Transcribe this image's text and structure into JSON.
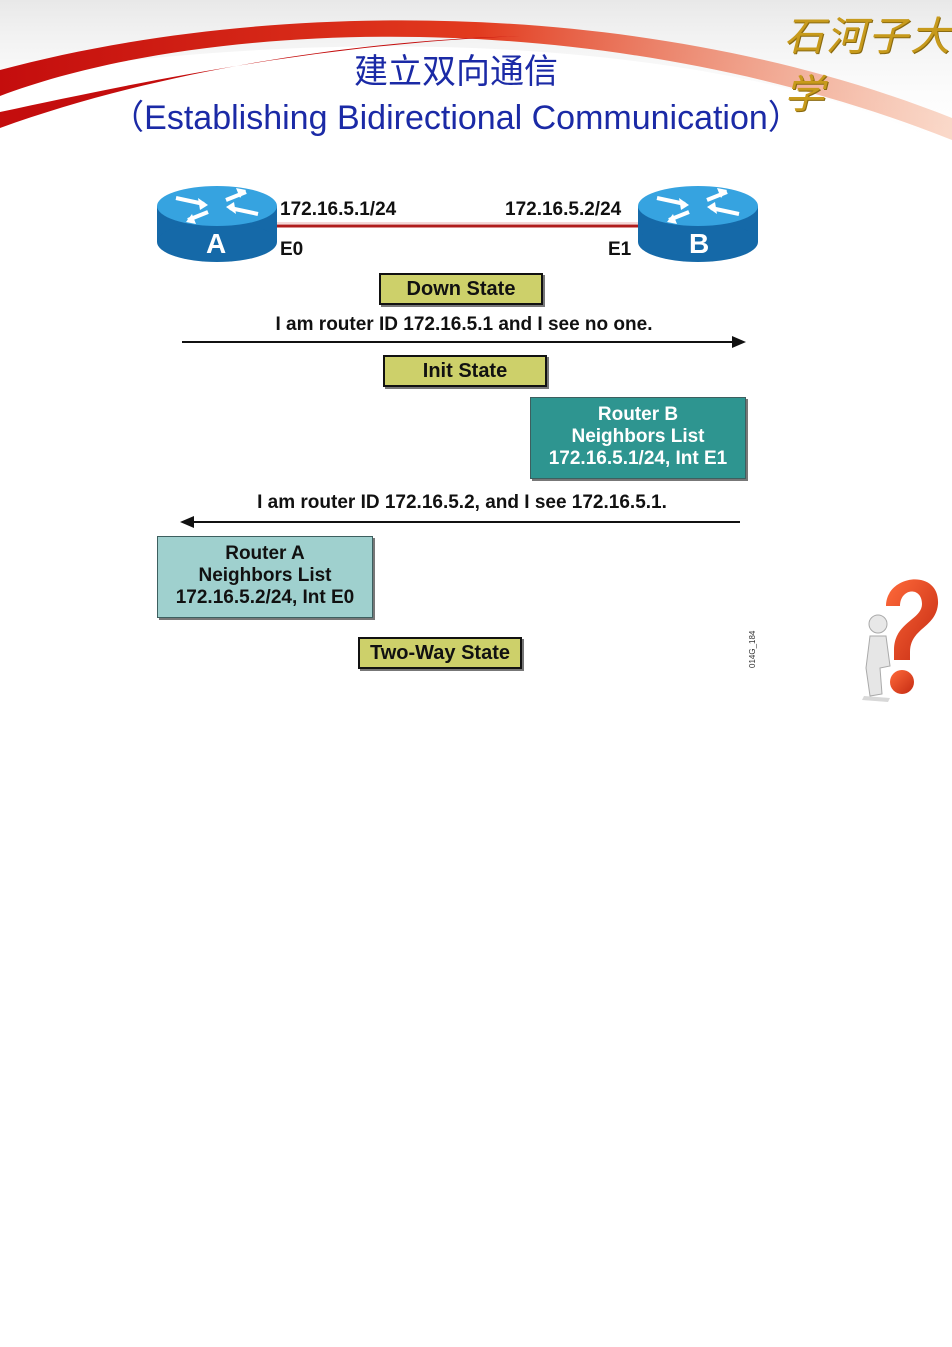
{
  "header": {
    "title_cn": "建立双向通信",
    "title_en": "（Establishing Bidirectional Communication）",
    "logo_text": "石河子大学"
  },
  "routers": {
    "a": {
      "label": "A",
      "ip": "172.16.5.1/24",
      "interface": "E0"
    },
    "b": {
      "label": "B",
      "ip": "172.16.5.2/24",
      "interface": "E1"
    }
  },
  "states": {
    "down": "Down State",
    "init": "Init State",
    "two_way": "Two-Way State"
  },
  "messages": {
    "hello_a": "I am router ID 172.16.5.1 and I see no one.",
    "hello_b": "I am router ID 172.16.5.2, and I see 172.16.5.1."
  },
  "neighbor_lists": {
    "router_b": {
      "line1": "Router B",
      "line2": "Neighbors List",
      "line3": "172.16.5.1/24, Int E1"
    },
    "router_a": {
      "line1": "Router A",
      "line2": "Neighbors List",
      "line3": "172.16.5.2/24, Int E0"
    }
  },
  "figure_id": "014G_184",
  "colors": {
    "title": "#1b2aa6",
    "router": "#1a86c7",
    "link": "#b01c1c",
    "state_box": "#cdd06a",
    "neighbor_b": "#2e9590",
    "neighbor_a": "#9fd0ce"
  },
  "icons": [
    "router-icon",
    "question-figure-icon",
    "red-swoosh-decoration"
  ]
}
